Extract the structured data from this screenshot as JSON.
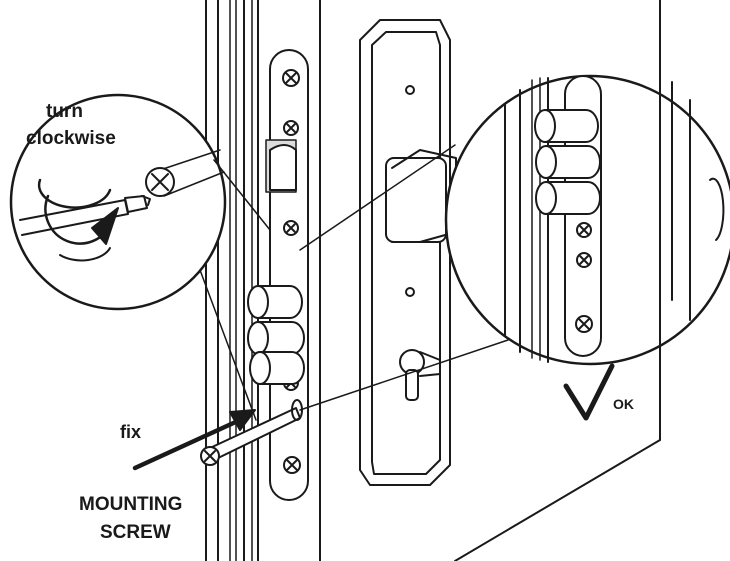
{
  "labels": {
    "turn": "turn",
    "clockwise": "clockwise",
    "fix": "fix",
    "mounting": "MOUNTING",
    "screw": "SCREW",
    "ok": "OK"
  },
  "colors": {
    "line": "#1a1a1a",
    "background": "#ffffff",
    "shade": "#dcdcdc"
  }
}
